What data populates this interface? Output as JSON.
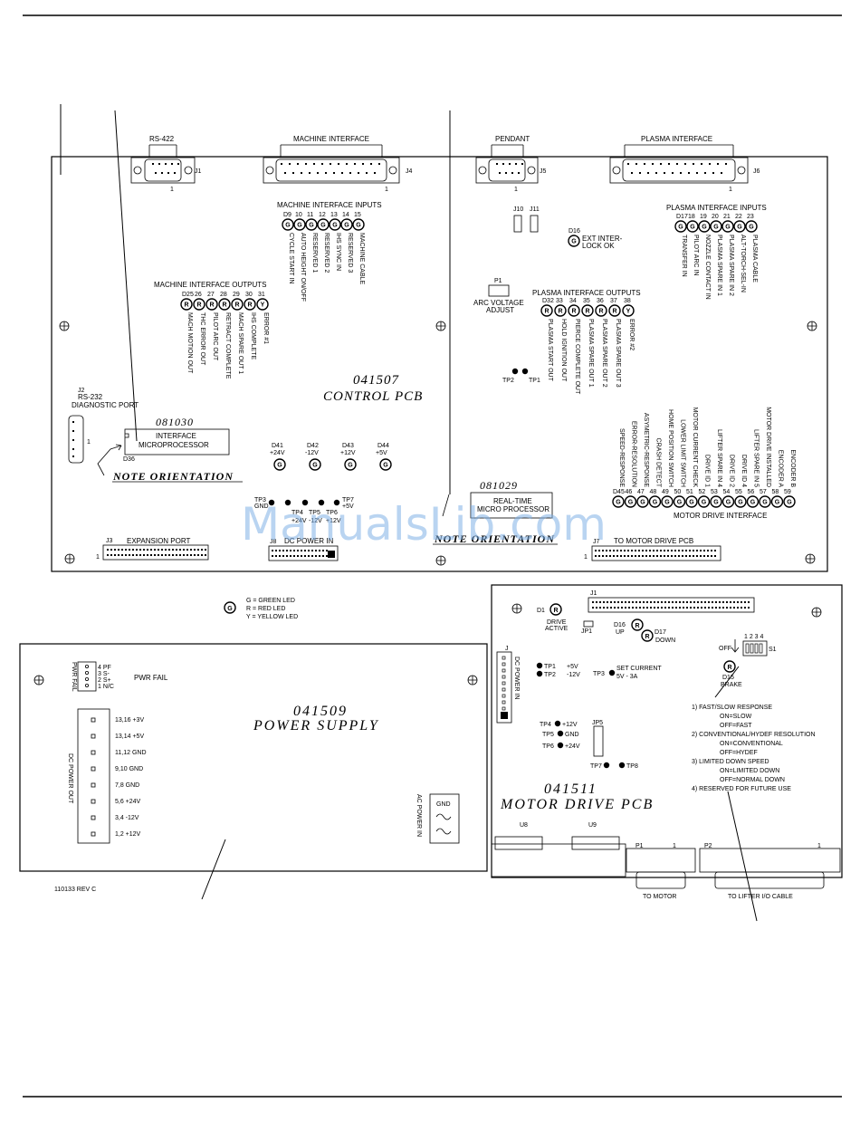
{
  "control_pcb": {
    "part": "041507",
    "title": "CONTROL PCB",
    "rs422": "RS-422",
    "j1": "J1",
    "machine_interface": "MACHINE INTERFACE",
    "j4": "J4",
    "pin1": "1",
    "mi_inputs_title": "MACHINE INTERFACE INPUTS",
    "mi_inputs_nums": [
      "D9",
      "10",
      "11",
      "12",
      "13",
      "14",
      "15"
    ],
    "mi_inputs_leds": [
      "G",
      "G",
      "G",
      "G",
      "G",
      "G",
      "G"
    ],
    "mi_inputs_labels": [
      "CYCLE START IN",
      "AUTO HEIGHT ON/OFF",
      "RESERVED 1",
      "RESERVED 2",
      "IHS SYNC IN",
      "RESERVED 3",
      "MACHINE CABLE"
    ],
    "mi_outputs_title": "MACHINE INTERFACE OUTPUTS",
    "mi_outputs_nums": [
      "D25",
      "26",
      "27",
      "28",
      "29",
      "30",
      "31"
    ],
    "mi_outputs_leds": [
      "R",
      "R",
      "R",
      "R",
      "R",
      "R",
      "Y"
    ],
    "mi_outputs_labels": [
      "MACH MOTION OUT",
      "THC ERROR OUT",
      "PILOT ARC OUT",
      "RETRACT COMPLETE",
      "MACH SPARE OUT 1",
      "IHS COMPLETE",
      "ERROR #1"
    ],
    "j2": "J2",
    "rs232": "RS-232",
    "diag_port": "DIAGNOSTIC PORT",
    "j2_pin": "1",
    "micro_part": "081030",
    "micro_label1": "INTERFACE",
    "micro_label2": "MICROPROCESSOR",
    "d36": "D36",
    "note1": "NOTE ORIENTATION",
    "power_leds_nums": [
      "D41",
      "D42",
      "D43",
      "D44"
    ],
    "power_leds_volts": [
      "+24V",
      "-12V",
      "+12V",
      "+5V"
    ],
    "power_leds": [
      "G",
      "G",
      "G",
      "G"
    ],
    "tp_left": "TP3",
    "tp_left2": "GND",
    "tp_right": "TP7",
    "tp_right2": "+5V",
    "tp_mid": [
      "TP4",
      "TP5",
      "TP6"
    ],
    "tp_mid_volts": [
      "+24V",
      "-12V",
      "+12V"
    ],
    "j3": "J3",
    "expansion_port": "EXPANSION PORT",
    "j8": "J8",
    "dc_power_in": "DC POWER IN",
    "pendant": "PENDANT",
    "j5": "J5",
    "plasma_interface": "PLASMA INTERFACE",
    "j6": "J6",
    "j10": "J10",
    "j11": "J11",
    "d16": "D16",
    "d16_led": "G",
    "ext_interlock1": "EXT INTER-",
    "ext_interlock2": "LOCK OK",
    "pi_inputs_title": "PLASMA INTERFACE INPUTS",
    "pi_inputs_nums": [
      "D17",
      "18",
      "19",
      "20",
      "21",
      "22",
      "23"
    ],
    "pi_inputs_leds": [
      "G",
      "G",
      "G",
      "G",
      "G",
      "G",
      "G"
    ],
    "pi_inputs_labels": [
      "TRANSFER IN",
      "PILOT ARC IN",
      "NOZZLE CONTACT IN",
      "PLASMA SPARE IN 1",
      "PLASMA SPARE IN 2",
      "ALT-TORCH-SEL-IN",
      "PLASMA CABLE"
    ],
    "p1": "P1",
    "arc_voltage1": "ARC VOLTAGE",
    "arc_voltage2": "ADJUST",
    "pi_outputs_title": "PLASMA INTERFACE OUTPUTS",
    "pi_outputs_nums": [
      "D32",
      "33",
      "34",
      "35",
      "36",
      "37",
      "38"
    ],
    "pi_outputs_leds": [
      "R",
      "R",
      "R",
      "R",
      "R",
      "R",
      "Y"
    ],
    "pi_outputs_labels": [
      "PLASMA START OUT",
      "HOLD IGNITION OUT",
      "PIERCE COMPLETE OUT",
      "PLASMA SPARE OUT 1",
      "PLASMA SPARE OUT 2",
      "PLASMA SPARE OUT 3",
      "ERROR #2"
    ],
    "tp1": "TP1",
    "tp2": "TP2",
    "rt_part": "081029",
    "rt_label1": "REAL-TIME",
    "rt_label2": "MICRO PROCESSOR",
    "note2": "NOTE ORIENTATION",
    "md_labels": [
      "SPEED-RESPONSE",
      "ERROR-RESOLUTION",
      "ASYMETRIC-RESPONSE",
      "CRASH DETECT",
      "HOME POSITION SWITCH",
      "LOWER LIMIT SWITCH",
      "MOTOR CURRENT CHECK",
      "DRIVE ID 1",
      "LIFTER SPARE IN 4",
      "DRIVE ID 2",
      "DRIVE ID 4",
      "LIFTER SPARE IN 5",
      "MOTOR DRIVE INSTALLED",
      "ENCODER A",
      "ENCODER B"
    ],
    "md_nums": [
      "D45",
      "46",
      "47",
      "48",
      "49",
      "50",
      "51",
      "52",
      "53",
      "54",
      "55",
      "56",
      "57",
      "58",
      "59"
    ],
    "md_leds": [
      "G",
      "G",
      "G",
      "G",
      "G",
      "G",
      "G",
      "G",
      "G",
      "G",
      "G",
      "G",
      "G",
      "G",
      "G"
    ],
    "md_interface": "MOTOR DRIVE INTERFACE",
    "j7": "J7",
    "to_motor_drive": "TO MOTOR DRIVE PCB"
  },
  "legend": {
    "led": "G",
    "items": [
      "G = GREEN LED",
      "R = RED LED",
      "Y = YELLOW LED"
    ]
  },
  "power_supply": {
    "part": "041509",
    "title": "POWER SUPPLY",
    "pwr_fail_label": "PWR FAIL",
    "pwr_fail_pins": [
      "4 PF",
      "3 S-",
      "2 S+",
      "1 N/C"
    ],
    "pwr_fail_title": "PWR FAIL",
    "dc_out_label": "DC POWER OUT",
    "dc_pins": [
      "13,16 +3V",
      "13,14 +5V",
      "11,12 GND",
      "9,10 GND",
      "7,8 GND",
      "5,6 +24V",
      "3,4 -12V",
      "1,2 +12V"
    ],
    "ac_label": "AC POWER IN",
    "ac_gnd": "GND",
    "rev": "110133 REV C"
  },
  "motor_drive": {
    "part": "041511",
    "title": "MOTOR DRIVE PCB",
    "j1": "J1",
    "d1": "D1",
    "d1_led": "R",
    "drive_active1": "DRIVE",
    "drive_active2": "ACTIVE",
    "jp1": "JP1",
    "d16": "D16",
    "d16_led": "R",
    "up": "UP",
    "d17": "D17",
    "d17_led": "R",
    "down": "DOWN",
    "s1_nums": "1 2 3 4",
    "off": "OFF",
    "s1": "S1",
    "d15": "D15",
    "d15_led": "R",
    "brake": "BRAKE",
    "j": "J",
    "dc_power_in": "DC POWER IN",
    "tp1": "TP1",
    "tp1_v": "+5V",
    "tp2": "TP2",
    "tp2_v": "-12V",
    "tp3": "TP3",
    "set_current1": "SET CURRENT",
    "set_current2": "5V - 3A",
    "tp4": "TP4",
    "tp4_v": "+12V",
    "tp5": "TP5",
    "tp5_v": "GND",
    "tp6": "TP6",
    "tp6_v": "+24V",
    "jp5": "JP5",
    "tp7": "TP7",
    "tp8": "TP8",
    "notes": [
      "1)  FAST/SLOW RESPONSE",
      "ON=SLOW",
      "OFF=FAST",
      "2)  CONVENTIONAL/HYDEF RESOLUTION",
      "ON=CONVENTIONAL",
      "OFF=HYDEF",
      "3)  LIMITED DOWN SPEED",
      "ON=LIMITED DOWN",
      "OFF=NORMAL DOWN",
      "4)  RESERVED FOR FUTURE USE"
    ],
    "u8": "U8",
    "u9": "U9",
    "p1": "P1",
    "p1_pin": "1",
    "to_motor": "TO MOTOR",
    "p2": "P2",
    "p2_pin": "1",
    "to_lifter": "TO LIFTER I/O CABLE"
  },
  "watermark": "ManualsLib.com"
}
